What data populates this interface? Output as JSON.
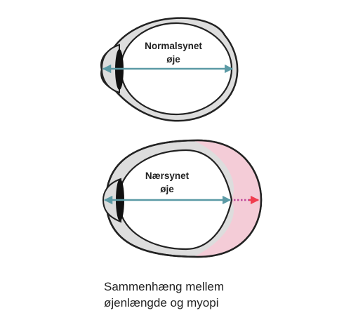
{
  "normal_eye": {
    "label_line1": "Normalsynet",
    "label_line2": "øje"
  },
  "myopic_eye": {
    "label_line1": "Nærsynet",
    "label_line2": "øje"
  },
  "caption": {
    "line1": "Sammenhæng mellem",
    "line2": "øjenlængde og myopi"
  },
  "colors": {
    "sclera_outline": "#222222",
    "sclera_fill": "#dddddd",
    "inner_fill": "#ffffff",
    "lens": "#111111",
    "axial_arrow": "#5b9aa5",
    "elongation_fill": "#f8c9d6",
    "elongation_arrow": "#f03d4e",
    "elongation_dots": "#c0489a"
  }
}
